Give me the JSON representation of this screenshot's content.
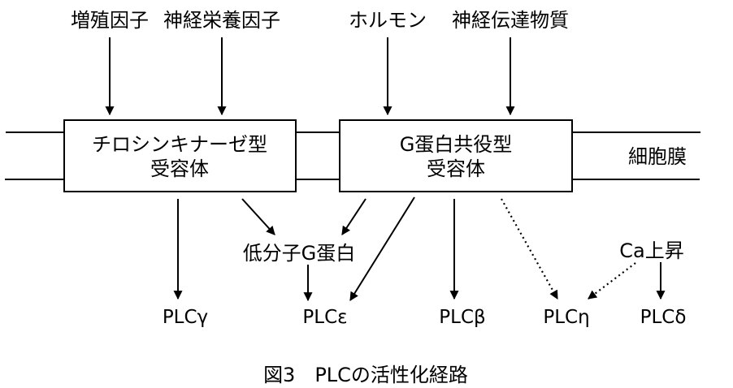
{
  "diagram": {
    "ligands": [
      "増殖因子",
      "神経栄養因子",
      "ホルモン",
      "神経伝達物質"
    ],
    "receptors": {
      "rtk": [
        "チロシンキナーゼ型",
        "受容体"
      ],
      "gpcr": [
        "G蛋白共役型",
        "受容体"
      ]
    },
    "membrane_label": "細胞膜",
    "intermediates": {
      "small_g": "低分子G蛋白",
      "ca": "Ca上昇"
    },
    "plc": {
      "gamma": "PLCγ",
      "epsilon": "PLCε",
      "beta": "PLCβ",
      "eta": "PLCη",
      "delta": "PLCδ"
    },
    "caption": "図3　PLCの活性化経路",
    "edges": [
      {
        "from": "増殖因子",
        "to": "チロシンキナーゼ型受容体",
        "style": "solid"
      },
      {
        "from": "神経栄養因子",
        "to": "チロシンキナーゼ型受容体",
        "style": "solid"
      },
      {
        "from": "ホルモン",
        "to": "G蛋白共役型受容体",
        "style": "solid"
      },
      {
        "from": "神経伝達物質",
        "to": "G蛋白共役型受容体",
        "style": "solid"
      },
      {
        "from": "チロシンキナーゼ型受容体",
        "to": "PLCγ",
        "style": "solid"
      },
      {
        "from": "チロシンキナーゼ型受容体",
        "to": "低分子G蛋白",
        "style": "solid"
      },
      {
        "from": "G蛋白共役型受容体",
        "to": "低分子G蛋白",
        "style": "solid"
      },
      {
        "from": "G蛋白共役型受容体",
        "to": "PLCε",
        "style": "solid"
      },
      {
        "from": "低分子G蛋白",
        "to": "PLCε",
        "style": "solid"
      },
      {
        "from": "G蛋白共役型受容体",
        "to": "PLCβ",
        "style": "solid"
      },
      {
        "from": "G蛋白共役型受容体",
        "to": "PLCη",
        "style": "dotted"
      },
      {
        "from": "Ca上昇",
        "to": "PLCη",
        "style": "dotted"
      },
      {
        "from": "Ca上昇",
        "to": "PLCδ",
        "style": "solid"
      }
    ]
  }
}
